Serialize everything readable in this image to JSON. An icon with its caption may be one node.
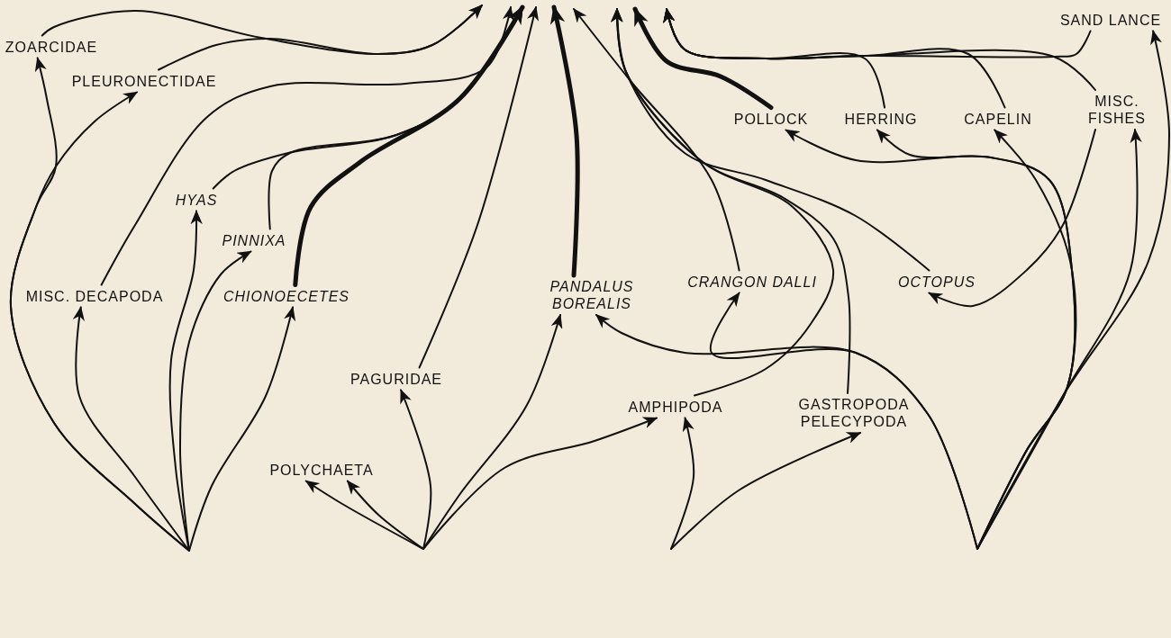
{
  "diagram": {
    "nodes": [
      {
        "text": [
          "ZOARCIDAE"
        ]
      },
      {
        "text": [
          "PLEURONECTIDAE"
        ]
      },
      {
        "text": [
          "HYAS"
        ]
      },
      {
        "text": [
          "PINNIXA"
        ]
      },
      {
        "text": [
          "MISC. DECAPODA"
        ]
      },
      {
        "text": [
          "CHIONOECETES"
        ]
      },
      {
        "text": [
          "PAGURIDAE"
        ]
      },
      {
        "text": [
          "POLYCHAETA"
        ]
      },
      {
        "text": [
          "PANDALUS BOREALIS"
        ]
      },
      {
        "text": [
          "CRANGON DALLI"
        ]
      },
      {
        "text": [
          "AMPHIPODA"
        ]
      },
      {
        "text": [
          "GASTROPODA PELECYPODA"
        ]
      },
      {
        "text": [
          "OCTOPUS"
        ]
      },
      {
        "text": [
          "POLLOCK"
        ]
      },
      {
        "text": [
          "HERRING"
        ]
      },
      {
        "text": [
          "CAPELIN"
        ]
      },
      {
        "text": [
          "MISC. FISHES"
        ]
      },
      {
        "text": [
          "SAND LANCE"
        ]
      }
    ],
    "edges": [
      {
        "from": 0,
        "to": null,
        "arrow": "to"
      },
      {
        "from": 1,
        "to": null,
        "arrow": "to"
      },
      {
        "from": null,
        "to": 0,
        "arrow": "to"
      },
      {
        "from": null,
        "to": 1,
        "arrow": "to"
      },
      {
        "from": 4,
        "to": null,
        "arrow": "to"
      },
      {
        "from": 2,
        "to": null,
        "arrow": "to"
      },
      {
        "from": 3,
        "to": null,
        "arrow": "to"
      },
      {
        "from": 5,
        "to": null,
        "arrow": "to",
        "style": "thick"
      },
      {
        "from": null,
        "to": 4,
        "arrow": "to"
      },
      {
        "from": null,
        "to": 2,
        "arrow": "to"
      },
      {
        "from": null,
        "to": 3,
        "arrow": "to"
      },
      {
        "from": null,
        "to": 5,
        "arrow": "to"
      },
      {
        "from": 6,
        "to": null,
        "arrow": "to"
      },
      {
        "from": null,
        "to": 6,
        "arrow": "to"
      },
      {
        "from": null,
        "to": 7,
        "arrow": "to"
      },
      {
        "from": null,
        "to": 7,
        "arrow": "to"
      },
      {
        "from": 8,
        "to": null,
        "arrow": "to",
        "style": "thick"
      },
      {
        "from": null,
        "to": 8,
        "arrow": "to"
      },
      {
        "from": null,
        "to": 8,
        "arrow": "to"
      },
      {
        "from": null,
        "to": 9,
        "arrow": "to"
      },
      {
        "from": 9,
        "to": null,
        "arrow": "to"
      },
      {
        "from": null,
        "to": 10,
        "arrow": "to"
      },
      {
        "from": null,
        "to": 10,
        "arrow": "to"
      },
      {
        "from": null,
        "to": 11,
        "arrow": "to"
      },
      {
        "from": 10,
        "to": null,
        "arrow": "to"
      },
      {
        "from": 11,
        "to": null,
        "arrow": "to"
      },
      {
        "from": 12,
        "to": null,
        "arrow": "to"
      },
      {
        "from": 16,
        "to": 12,
        "arrow": "to"
      },
      {
        "from": 13,
        "to": null,
        "arrow": "to",
        "style": "thick"
      },
      {
        "from": 14,
        "to": null,
        "arrow": "to"
      },
      {
        "from": 15,
        "to": null,
        "arrow": "to"
      },
      {
        "from": 16,
        "to": null,
        "arrow": "to"
      },
      {
        "from": 17,
        "to": null,
        "arrow": "to"
      },
      {
        "from": null,
        "to": 13,
        "arrow": "to"
      },
      {
        "from": null,
        "to": 14,
        "arrow": "to"
      },
      {
        "from": null,
        "to": 15,
        "arrow": "to"
      },
      {
        "from": null,
        "to": 16,
        "arrow": "to"
      },
      {
        "from": null,
        "to": 17,
        "arrow": "to"
      }
    ]
  }
}
